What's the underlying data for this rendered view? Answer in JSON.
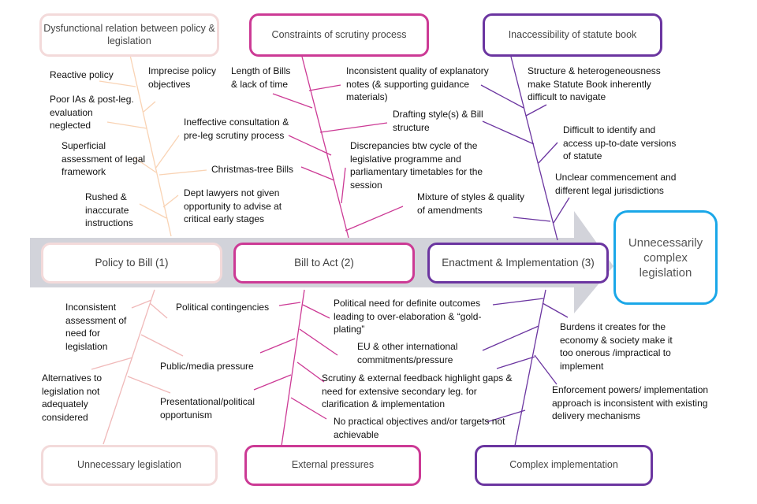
{
  "colors": {
    "stream1": "#f9d3b4",
    "stream1_box": "#f3dada",
    "stream2": "#cc3a95",
    "stream3": "#6b35a0",
    "arrow": "#d2d3da",
    "outcome": "#1aa7e8",
    "lower1": "#f0b9b9"
  },
  "outcome": {
    "label": "Unnecessarily complex legislation"
  },
  "stages": [
    {
      "label": "Policy to Bill (1)"
    },
    {
      "label": "Bill to Act (2)"
    },
    {
      "label": "Enactment & Implementation (3)"
    }
  ],
  "top_categories": [
    {
      "title": "Dysfunctional relation between policy & legislation",
      "causes": [
        "Reactive policy",
        "Imprecise policy objectives",
        "Poor IAs & post-leg. evaluation neglected",
        "Ineffective consultation & pre-leg scrutiny process",
        "Superficial assessment of legal framework",
        "Christmas-tree Bills",
        "Rushed & inaccurate instructions",
        "Dept lawyers not given opportunity to advise at critical early stages"
      ]
    },
    {
      "title": "Constraints of scrutiny process",
      "causes": [
        "Length of Bills & lack of time",
        "Inconsistent quality of explanatory notes (& supporting guidance materials)",
        "Drafting style(s) & Bill structure",
        "Discrepancies  btw cycle of the legislative programme and parliamentary timetables for the session",
        "Mixture of styles & quality of  amendments"
      ]
    },
    {
      "title": "Inaccessibility of statute book",
      "causes": [
        "Structure & heterogeneousness make Statute Book inherently difficult to navigate",
        "Difficult to identify and access up-to-date versions of statute",
        "Unclear commencement and different legal jurisdictions"
      ]
    }
  ],
  "bottom_categories": [
    {
      "title": "Unnecessary legislation",
      "causes": [
        "Inconsistent assessment of need for legislation",
        "Political contingencies",
        "Alternatives to legislation not adequately considered",
        "Public/media pressure",
        "Presentational/political opportunism"
      ]
    },
    {
      "title": "External pressures",
      "causes": [
        "Political need for definite outcomes leading to over-elaboration  & “gold-plating”",
        "EU & other international commitments/pressure",
        "Scrutiny &  external feedback highlight gaps & need  for extensive secondary leg. for clarification & implementation",
        "No practical objectives and/or targets not achievable"
      ]
    },
    {
      "title": "Complex implementation",
      "causes": [
        "Burdens it creates for the economy & society make it too onerous /impractical to implement",
        "Enforcement powers/ implementation approach is inconsistent with existing delivery mechanisms"
      ]
    }
  ]
}
